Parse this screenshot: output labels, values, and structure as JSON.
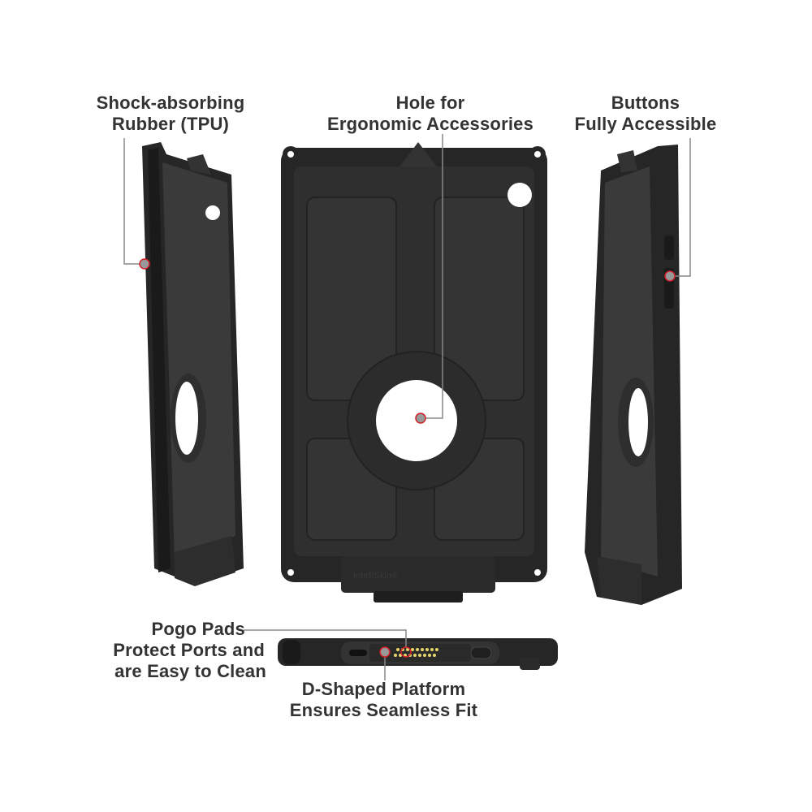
{
  "callouts": {
    "rubber": {
      "line1": "Shock-absorbing",
      "line2": "Rubber (TPU)"
    },
    "hole": {
      "line1": "Hole for",
      "line2": "Ergonomic Accessories"
    },
    "buttons": {
      "line1": "Buttons",
      "line2": "Fully Accessible"
    },
    "pogo": {
      "line1": "Pogo Pads",
      "line2": "Protect Ports and",
      "line3": "are Easy to Clean"
    },
    "platform": {
      "line1": "D-Shaped Platform",
      "line2": "Ensures Seamless Fit"
    }
  },
  "product": {
    "brand": "IntelliSkin®"
  },
  "colors": {
    "case": "#2b2b2b",
    "marker": "#d0202a",
    "callout_line": "#888888",
    "pogo_pins": "#e8d56a"
  }
}
